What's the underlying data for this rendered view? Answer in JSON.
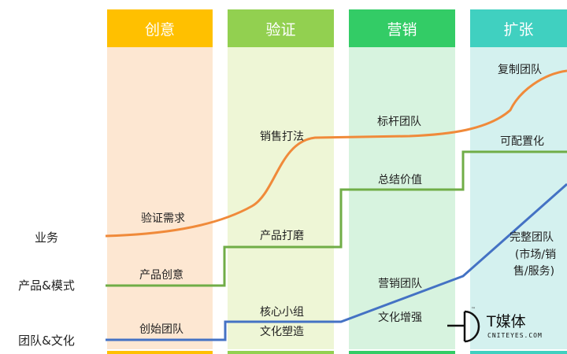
{
  "columns": [
    {
      "label": "创意",
      "head_color": "#FFC000",
      "body_color": "#FDE7D2"
    },
    {
      "label": "验证",
      "head_color": "#92D050",
      "body_color": "#EEF6D6"
    },
    {
      "label": "营销",
      "head_color": "#33CC66",
      "body_color": "#D7F3DF"
    },
    {
      "label": "扩张",
      "head_color": "#40D0C0",
      "body_color": "#D4F1EF"
    }
  ],
  "rows": [
    {
      "label": "业务",
      "line_color": "#F08A3A"
    },
    {
      "label": "产品&模式",
      "line_color": "#70AD47"
    },
    {
      "label": "团队&文化",
      "line_color": "#4472C4"
    }
  ],
  "annotations": {
    "business": [
      "验证需求",
      "销售打法",
      "标杆团队",
      "复制团队"
    ],
    "product": [
      "产品创意",
      "产品打磨",
      "总结价值",
      "可配置化"
    ],
    "team": [
      "创始团队",
      "核心小组",
      "文化塑造",
      "营销团队",
      "文化增强",
      "完整团队",
      "(市场/销",
      "售/服务)"
    ]
  },
  "logo": {
    "title": "T媒体",
    "subtitle": "CNITEYES.COM",
    "tm": "™"
  }
}
